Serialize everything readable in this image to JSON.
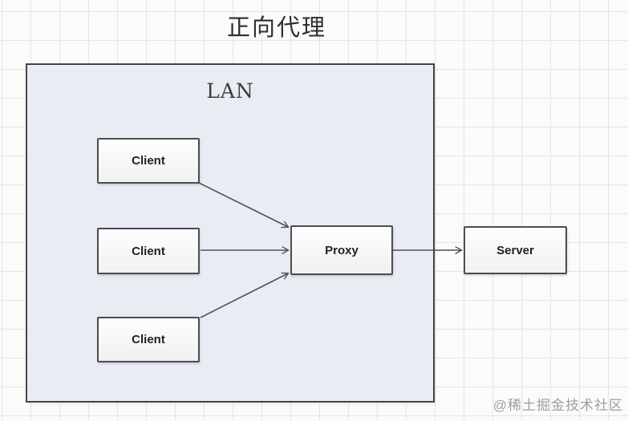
{
  "title": "正向代理",
  "watermark": "@稀土掘金技术社区",
  "diagram": {
    "lan": {
      "label": "LAN"
    },
    "nodes": [
      {
        "id": "client-1",
        "label": "Client"
      },
      {
        "id": "client-2",
        "label": "Client"
      },
      {
        "id": "client-3",
        "label": "Client"
      },
      {
        "id": "proxy",
        "label": "Proxy"
      },
      {
        "id": "server",
        "label": "Server"
      }
    ],
    "edges": [
      {
        "from": "client-1",
        "to": "proxy"
      },
      {
        "from": "client-2",
        "to": "proxy"
      },
      {
        "from": "client-3",
        "to": "proxy"
      },
      {
        "from": "proxy",
        "to": "server"
      }
    ]
  },
  "colors": {
    "lan_fill": "#e9edf3",
    "lan_border": "#43474c",
    "node_border": "#4a4e53",
    "arrow": "#4b5157",
    "grid": "#e5e5e4",
    "watermark_color": "#9aa0a6"
  }
}
